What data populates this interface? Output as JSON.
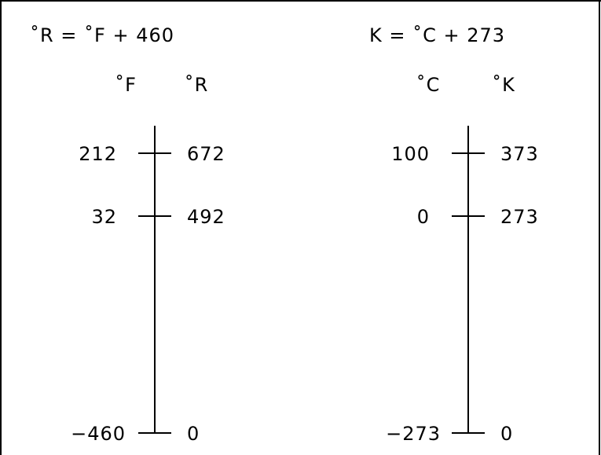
{
  "left_panel": {
    "formula": "˚R = ˚F + 460",
    "unit_a": "˚F",
    "unit_b": "˚R",
    "ticks": [
      {
        "a": "212",
        "b": "672"
      },
      {
        "a": "32",
        "b": "492"
      },
      {
        "a": "−460",
        "b": "0"
      }
    ]
  },
  "right_panel": {
    "formula": "K = ˚C + 273",
    "unit_a": "˚C",
    "unit_b": "˚K",
    "ticks": [
      {
        "a": "100",
        "b": "373"
      },
      {
        "a": "0",
        "b": "273"
      },
      {
        "a": "−273",
        "b": "0"
      }
    ]
  },
  "colors": {
    "line": "#000000",
    "background": "#ffffff"
  }
}
